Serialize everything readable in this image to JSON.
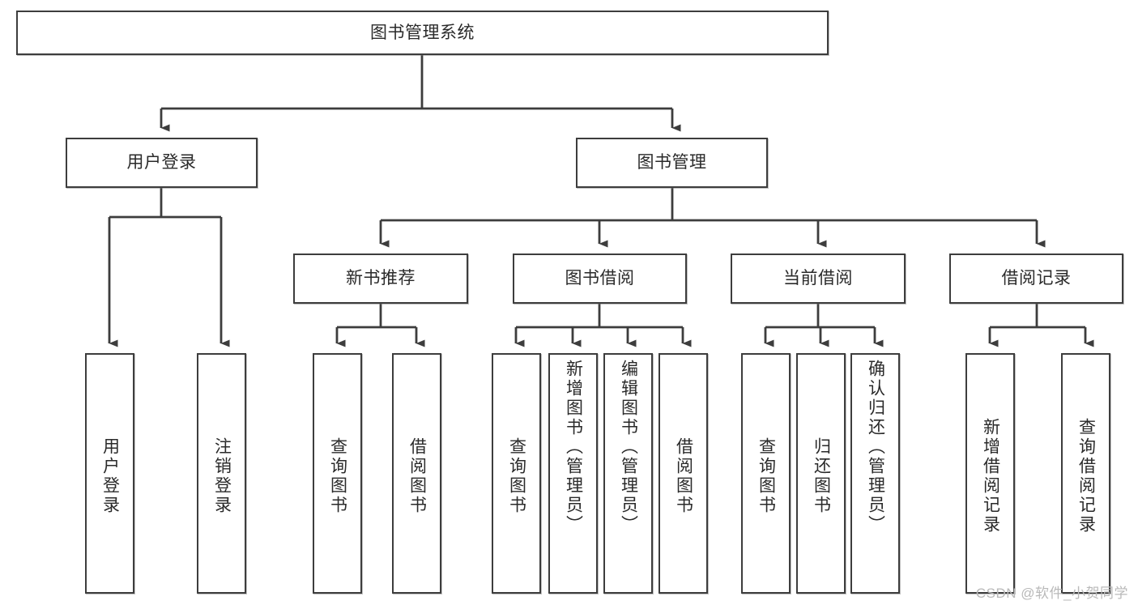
{
  "diagram": {
    "title": "图书管理系统",
    "type": "tree-hierarchy",
    "watermark": "CSDN @软件_小贺同学",
    "nodes": {
      "root": {
        "label": "图书管理系统",
        "level": 1
      },
      "l2": [
        {
          "id": "user-login",
          "label": "用户登录",
          "level": 2
        },
        {
          "id": "book-manage",
          "label": "图书管理",
          "level": 2
        }
      ],
      "l3": [
        {
          "id": "new-book-recommend",
          "label": "新书推荐",
          "level": 3
        },
        {
          "id": "book-borrow",
          "label": "图书借阅",
          "level": 3
        },
        {
          "id": "current-borrow",
          "label": "当前借阅",
          "level": 3
        },
        {
          "id": "borrow-record",
          "label": "借阅记录",
          "level": 3
        }
      ],
      "leaves": [
        {
          "id": "leaf-user-login",
          "label": "用户登录",
          "parent": "user-login"
        },
        {
          "id": "leaf-logout-login",
          "label": "注销登录",
          "parent": "user-login"
        },
        {
          "id": "leaf-query-book-1",
          "label": "查询图书",
          "parent": "new-book-recommend"
        },
        {
          "id": "leaf-borrow-book-1",
          "label": "借阅图书",
          "parent": "new-book-recommend"
        },
        {
          "id": "leaf-query-book-2",
          "label": "查询图书",
          "parent": "book-borrow"
        },
        {
          "id": "leaf-add-book",
          "label": "新增图书（管理员）",
          "parent": "book-borrow"
        },
        {
          "id": "leaf-edit-book",
          "label": "编辑图书（管理员）",
          "parent": "book-borrow"
        },
        {
          "id": "leaf-borrow-book-2",
          "label": "借阅图书",
          "parent": "book-borrow"
        },
        {
          "id": "leaf-query-book-3",
          "label": "查询图书",
          "parent": "current-borrow"
        },
        {
          "id": "leaf-return-book",
          "label": "归还图书",
          "parent": "current-borrow"
        },
        {
          "id": "leaf-confirm-return",
          "label": "确认归还（管理员）",
          "parent": "current-borrow"
        },
        {
          "id": "leaf-add-borrow-record",
          "label": "新增借阅记录",
          "parent": "borrow-record"
        },
        {
          "id": "leaf-query-borrow-record",
          "label": "查询借阅记录",
          "parent": "borrow-record"
        }
      ]
    },
    "colors": {
      "stroke": "#3d3d3d",
      "fill": "#ffffff",
      "text": "#2a2a2a",
      "watermark": "#b9b9b9"
    }
  }
}
